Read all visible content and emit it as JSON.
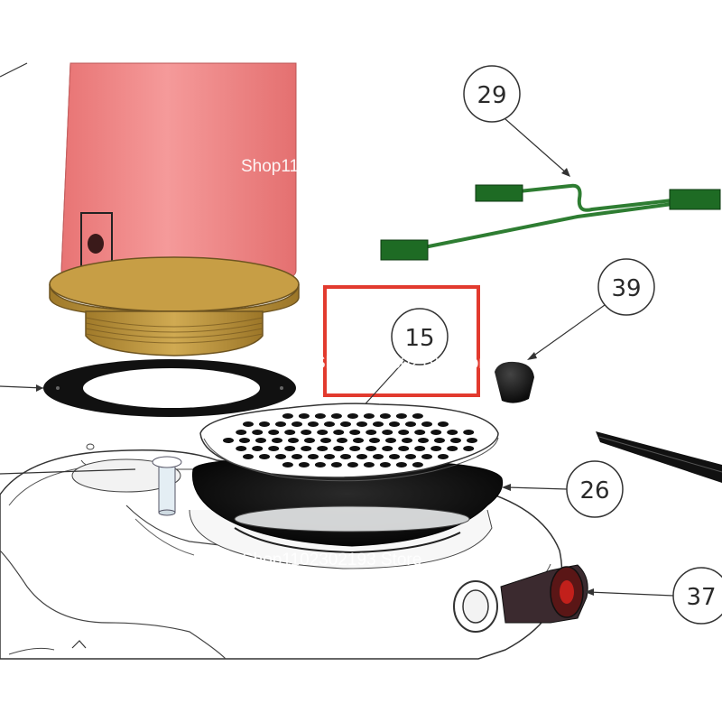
{
  "diagram": {
    "callouts": [
      {
        "id": "29",
        "label": "29"
      },
      {
        "id": "39",
        "label": "39"
      },
      {
        "id": "15",
        "label": "15"
      },
      {
        "id": "26",
        "label": "26"
      },
      {
        "id": "37",
        "label": "37"
      }
    ],
    "highlight_color": "#e23a2e",
    "colors": {
      "cylinder": "#f08080",
      "brass_ring": "#b8923a",
      "cable": "#2e7d32",
      "connector": "#1e6b24",
      "gasket": "#1a1a1a"
    }
  },
  "watermarks": [
    {
      "text": "Shop1102302193 Store"
    },
    {
      "text": "Shop1102302193 Store"
    },
    {
      "text": "Shop1102302193 Store"
    }
  ]
}
